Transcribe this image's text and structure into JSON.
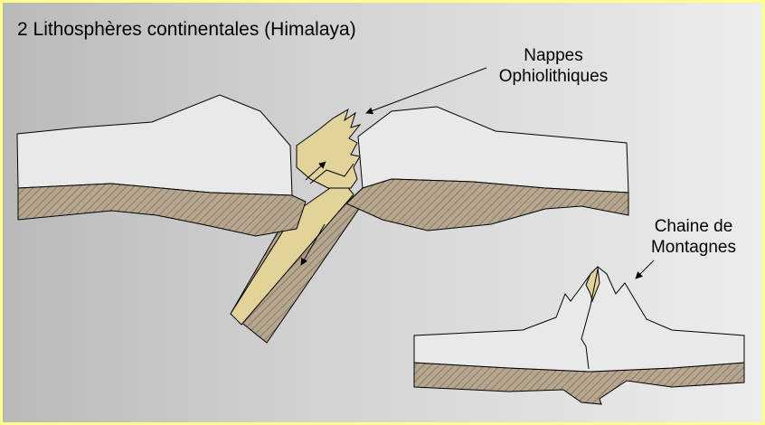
{
  "title": "2 Lithosphères continentales (Himalaya)",
  "labels": {
    "nappes": [
      "Nappes",
      "Ophiolithiques"
    ],
    "chaine": [
      "Chaine de",
      "Montagnes"
    ]
  },
  "colors": {
    "frame_border": "#ffff8c",
    "background_light": "#ececec",
    "background_dark": "#b9b9b9",
    "crust": "#e9e9e9",
    "mantle": "#b5a690",
    "mantle_hatch": "#8a7a66",
    "ophiolite": "#e1d39a",
    "outline": "#000000"
  }
}
